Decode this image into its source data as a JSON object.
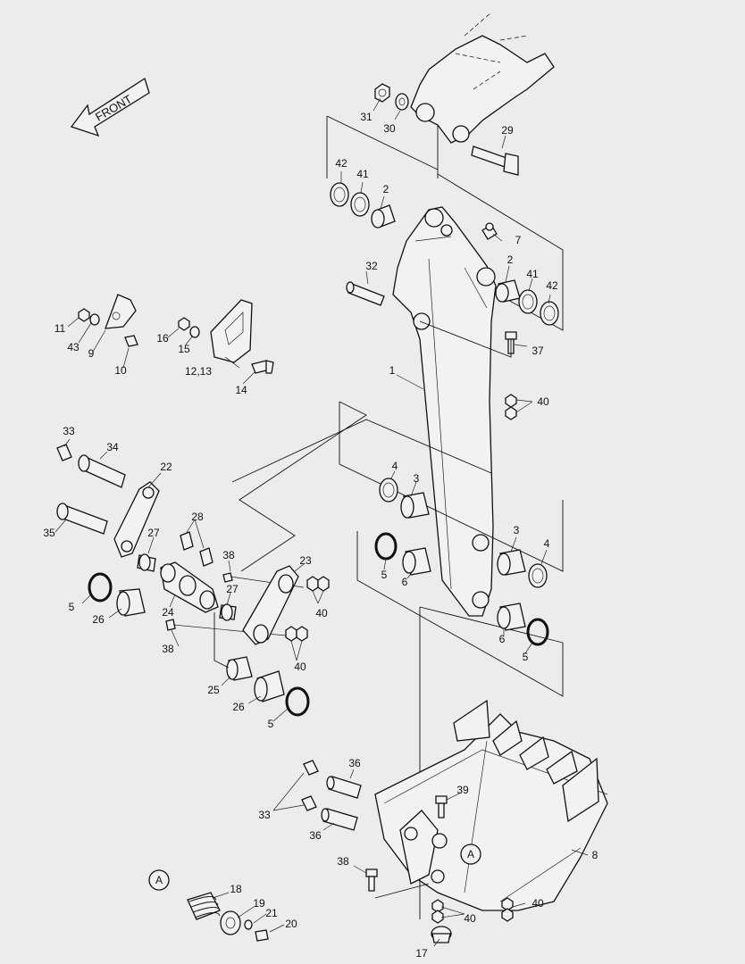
{
  "direction_label": "FRONT",
  "detail_marker": "A",
  "callouts": [
    {
      "id": "c31",
      "text": "31"
    },
    {
      "id": "c30",
      "text": "30"
    },
    {
      "id": "c29",
      "text": "29"
    },
    {
      "id": "c42a",
      "text": "42"
    },
    {
      "id": "c41a",
      "text": "41"
    },
    {
      "id": "c2a",
      "text": "2"
    },
    {
      "id": "c7",
      "text": "7"
    },
    {
      "id": "c32",
      "text": "32"
    },
    {
      "id": "c2b",
      "text": "2"
    },
    {
      "id": "c41b",
      "text": "41"
    },
    {
      "id": "c42b",
      "text": "42"
    },
    {
      "id": "c37",
      "text": "37"
    },
    {
      "id": "c1",
      "text": "1"
    },
    {
      "id": "c40a",
      "text": "40"
    },
    {
      "id": "c11",
      "text": "11"
    },
    {
      "id": "c43",
      "text": "43"
    },
    {
      "id": "c9",
      "text": "9"
    },
    {
      "id": "c10",
      "text": "10"
    },
    {
      "id": "c16",
      "text": "16"
    },
    {
      "id": "c15",
      "text": "15"
    },
    {
      "id": "c1213",
      "text": "12,13"
    },
    {
      "id": "c14",
      "text": "14"
    },
    {
      "id": "c33a",
      "text": "33"
    },
    {
      "id": "c34",
      "text": "34"
    },
    {
      "id": "c22",
      "text": "22"
    },
    {
      "id": "c35",
      "text": "35"
    },
    {
      "id": "c28",
      "text": "28"
    },
    {
      "id": "c27a",
      "text": "27"
    },
    {
      "id": "c38a",
      "text": "38"
    },
    {
      "id": "c23",
      "text": "23"
    },
    {
      "id": "c5a",
      "text": "5"
    },
    {
      "id": "c26a",
      "text": "26"
    },
    {
      "id": "c24",
      "text": "24"
    },
    {
      "id": "c27b",
      "text": "27"
    },
    {
      "id": "c40b",
      "text": "40"
    },
    {
      "id": "c38b",
      "text": "38"
    },
    {
      "id": "c40c",
      "text": "40"
    },
    {
      "id": "c25",
      "text": "25"
    },
    {
      "id": "c26b",
      "text": "26"
    },
    {
      "id": "c5b",
      "text": "5"
    },
    {
      "id": "c4a",
      "text": "4"
    },
    {
      "id": "c3a",
      "text": "3"
    },
    {
      "id": "c5c",
      "text": "5"
    },
    {
      "id": "c6a",
      "text": "6"
    },
    {
      "id": "c3b",
      "text": "3"
    },
    {
      "id": "c4b",
      "text": "4"
    },
    {
      "id": "c6b",
      "text": "6"
    },
    {
      "id": "c5d",
      "text": "5"
    },
    {
      "id": "c36a",
      "text": "36"
    },
    {
      "id": "c39",
      "text": "39"
    },
    {
      "id": "c33b",
      "text": "33"
    },
    {
      "id": "c36b",
      "text": "36"
    },
    {
      "id": "c8",
      "text": "8"
    },
    {
      "id": "c38c",
      "text": "38"
    },
    {
      "id": "c40d",
      "text": "40"
    },
    {
      "id": "c40e",
      "text": "40"
    },
    {
      "id": "c17",
      "text": "17"
    },
    {
      "id": "c18",
      "text": "18"
    },
    {
      "id": "c19",
      "text": "19"
    },
    {
      "id": "c21",
      "text": "21"
    },
    {
      "id": "c20",
      "text": "20"
    }
  ]
}
